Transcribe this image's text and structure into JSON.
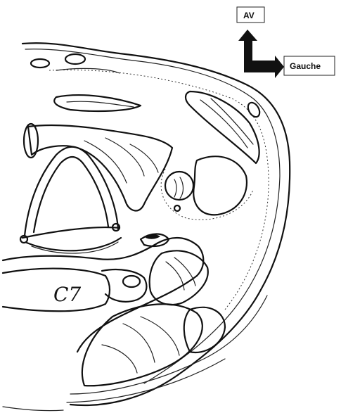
{
  "orientation": {
    "up_label": "AV",
    "right_label": "Gauche",
    "arrow_color": "#000000"
  },
  "labels": {
    "vertebra": "C7"
  }
}
